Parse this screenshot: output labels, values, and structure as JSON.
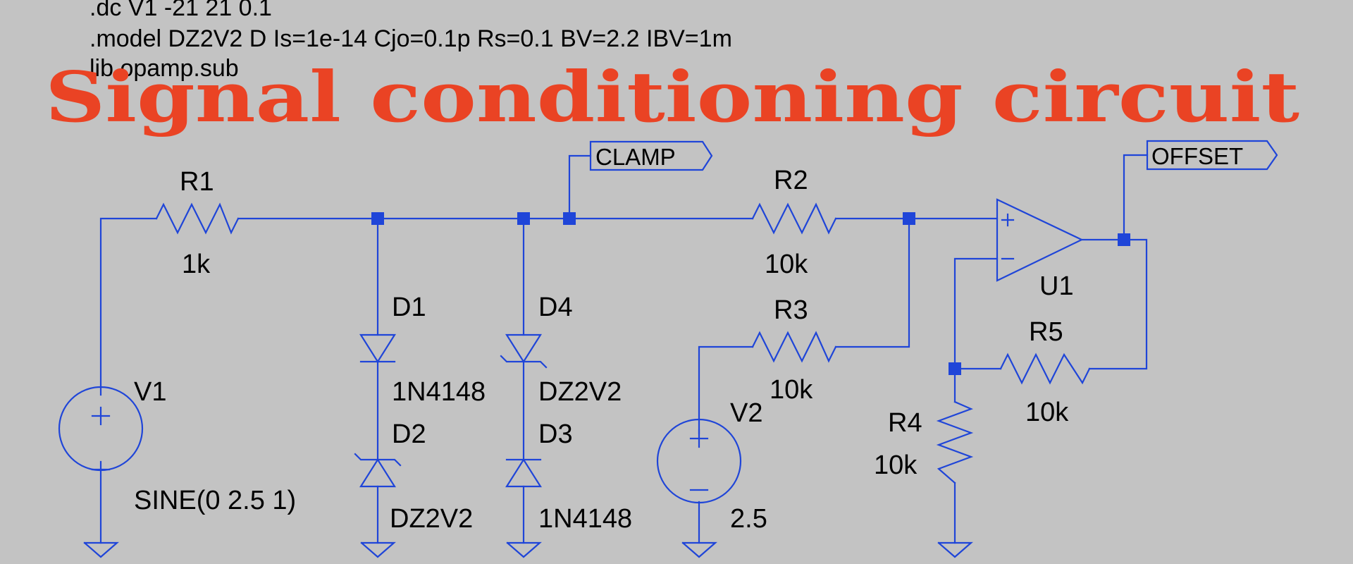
{
  "directives": {
    "dc": ".dc V1 -21 21 0.1",
    "model": ".model DZ2V2 D Is=1e-14 Cjo=0.1p Rs=0.1 BV=2.2 IBV=1m",
    "lib": "lib opamp.sub"
  },
  "title": "Signal conditioning circuit",
  "net_labels": {
    "clamp": "CLAMP",
    "offset": "OFFSET"
  },
  "components": {
    "R1": {
      "name": "R1",
      "value": "1k"
    },
    "R2": {
      "name": "R2",
      "value": "10k"
    },
    "R3": {
      "name": "R3",
      "value": "10k"
    },
    "R4": {
      "name": "R4",
      "value": "10k"
    },
    "R5": {
      "name": "R5",
      "value": "10k"
    },
    "D1": {
      "name": "D1",
      "value": "1N4148"
    },
    "D2": {
      "name": "D2",
      "value": "DZ2V2"
    },
    "D3": {
      "name": "D3",
      "value": "1N4148"
    },
    "D4": {
      "name": "D4",
      "value": "DZ2V2"
    },
    "V1": {
      "name": "V1",
      "value": "SINE(0 2.5 1)"
    },
    "V2": {
      "name": "V2",
      "value": "2.5"
    },
    "U1": {
      "name": "U1"
    }
  },
  "colors": {
    "wire": "#1f45d8",
    "background": "#c3c3c3",
    "title": "#ea4324",
    "text": "#000000"
  }
}
